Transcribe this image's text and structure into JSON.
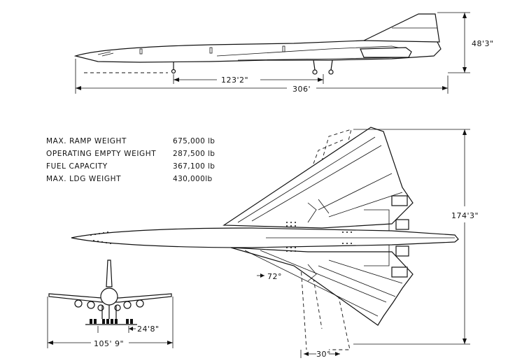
{
  "specs": [
    {
      "label": "MAX. RAMP WEIGHT",
      "value": "675,000 lb"
    },
    {
      "label": "OPERATING EMPTY WEIGHT",
      "value": "287,500 lb"
    },
    {
      "label": "FUEL CAPACITY",
      "value": "367,100 lb"
    },
    {
      "label": "MAX. LDG WEIGHT",
      "value": "430,000lb"
    }
  ],
  "dimensions": {
    "side_height": "48'3\"",
    "wheelbase": "123'2\"",
    "length": "306'",
    "span": "174'3\"",
    "sweep_angle": "72°",
    "swing_angle": "30°",
    "track": "24'8\"",
    "front_width": "105' 9\""
  }
}
